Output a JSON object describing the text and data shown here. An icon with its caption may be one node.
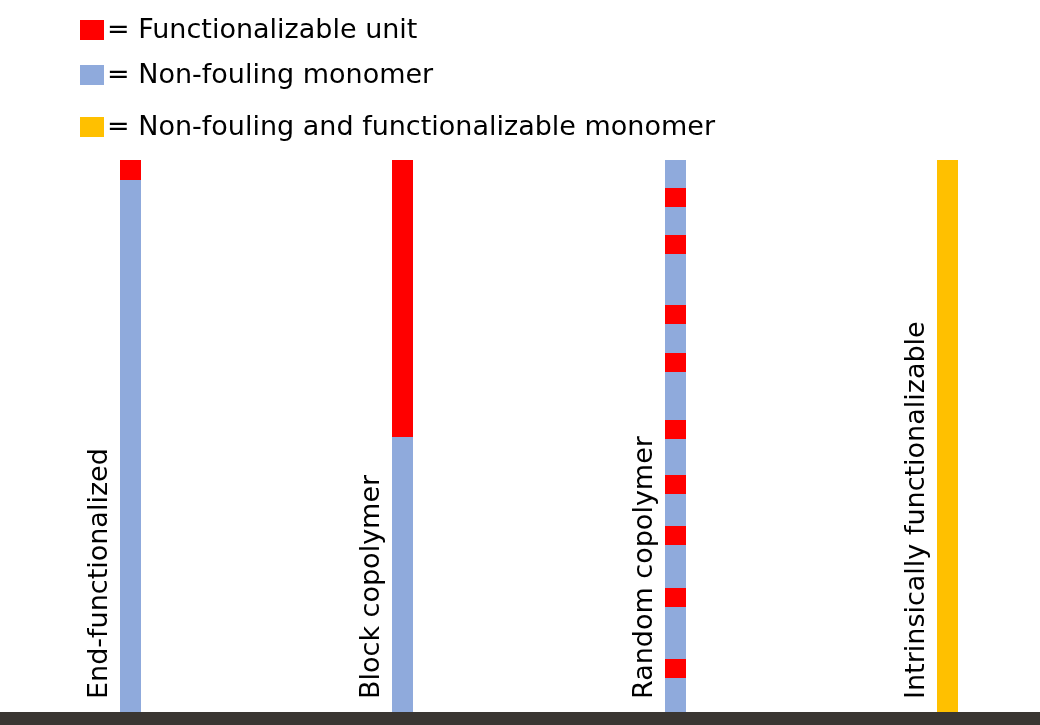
{
  "diagram": {
    "nodes": [
      {
        "text": [],
        "shape": "bar",
        "beside": [
          "End-functionalized"
        ]
      },
      {
        "text": [],
        "shape": "bar",
        "beside": [
          "Block copolymer"
        ]
      },
      {
        "text": [],
        "shape": "bar",
        "beside": [
          "Random copolymer"
        ]
      },
      {
        "text": [],
        "shape": "bar",
        "beside": [
          "Intrinsically functionalizable"
        ]
      }
    ],
    "edges": [],
    "legend": [
      {
        "text": "= Functionalizable unit",
        "color": "#ff0000"
      },
      {
        "text": "= Non-fouling monomer",
        "color": "#8faadc"
      },
      {
        "text": "= Non-fouling and functionalizable monomer",
        "color": "#ffc000"
      }
    ]
  }
}
